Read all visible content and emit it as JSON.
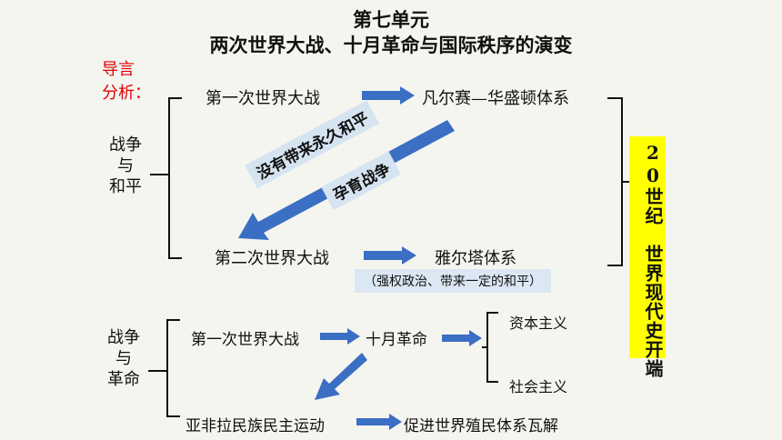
{
  "header": {
    "unit_title": "第七单元",
    "main_title": "两次世界大战、十月革命与国际秩序的演变"
  },
  "guide": {
    "line1": "导言",
    "line2": "分析："
  },
  "section1": {
    "label_line1": "战争",
    "label_line2": "与",
    "label_line3": "和平",
    "ww1": "第一次世界大战",
    "versailles": "凡尔赛—华盛顿体系",
    "banner1": "没有带来永久和平",
    "banner2": "孕育战争",
    "ww2": "第二次世界大战",
    "yalta": "雅尔塔体系",
    "yalta_note": "（强权政治、带来一定的和平）"
  },
  "section2": {
    "label_line1": "战争",
    "label_line2": "与",
    "label_line3": "革命",
    "ww1": "第一次世界大战",
    "october": "十月革命",
    "capitalism": "资本主义",
    "socialism": "社会主义",
    "national_movement": "亚非拉民族民主运动",
    "colonial_collapse": "促进世界殖民体系瓦解"
  },
  "right_banner": {
    "text": "20世纪　世界现代史开端"
  },
  "colors": {
    "accent_red": "#e00000",
    "arrow_blue": "#3a6fc4",
    "highlight_yellow": "#ffff00"
  }
}
